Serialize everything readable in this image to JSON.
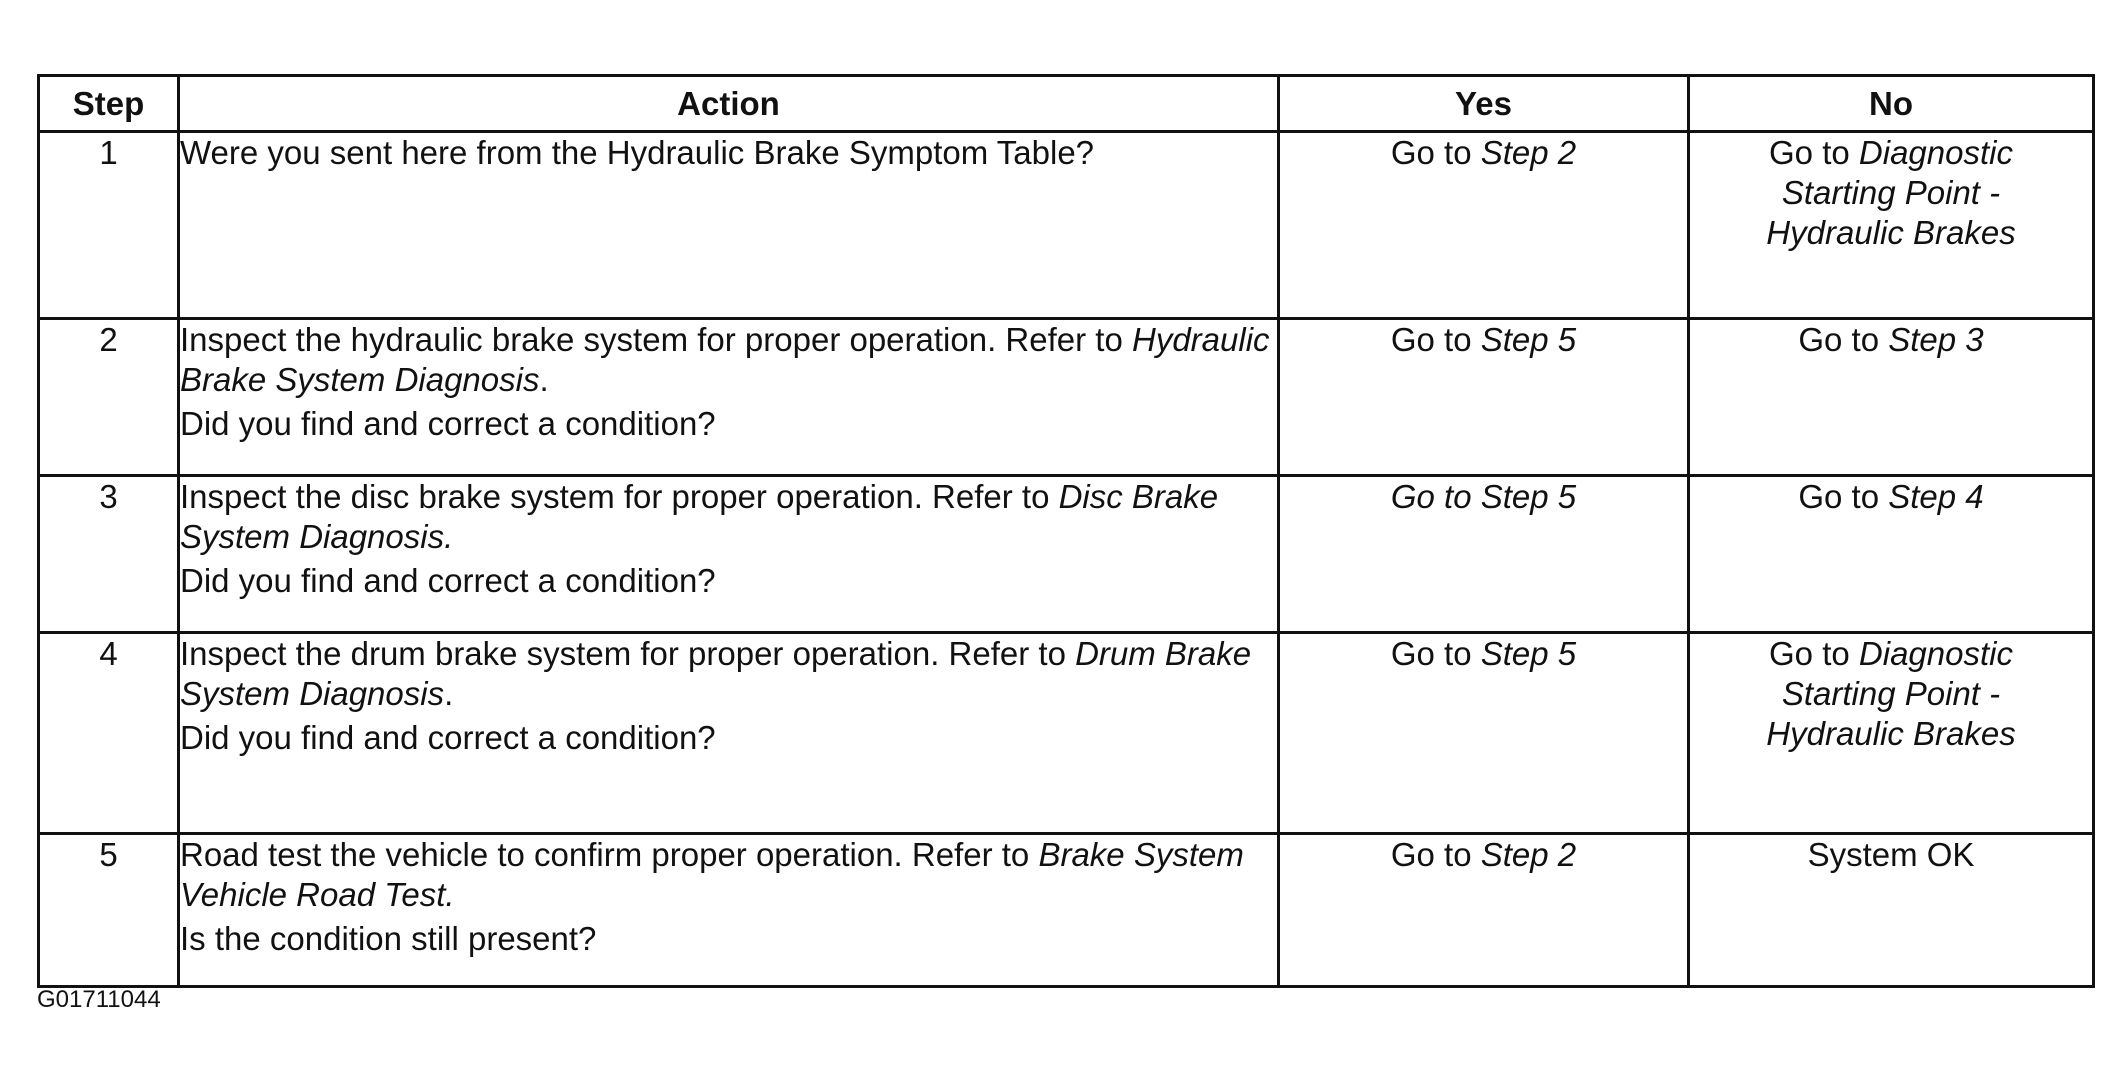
{
  "table": {
    "headers": {
      "step": "Step",
      "action": "Action",
      "yes": "Yes",
      "no": "No"
    },
    "rows": [
      {
        "step": "1",
        "action_text": "Were you sent here from the Hydraulic Brake Symptom Table?",
        "action_ref": "",
        "action_tail": "",
        "question": "",
        "yes_prefix": "Go to ",
        "yes_ref": "Step 2",
        "no_prefix": "Go to ",
        "no_ref_1": "Diagnostic",
        "no_ref_2": "Starting Point -",
        "no_ref_3": "Hydraulic Brakes"
      },
      {
        "step": "2",
        "action_text": "Inspect the hydraulic brake system for proper operation. Refer to ",
        "action_ref": "Hydraulic Brake System Diagnosis",
        "action_tail": ".",
        "question": "Did you find and correct a condition?",
        "yes_prefix": "Go to ",
        "yes_ref": "Step 5",
        "no_prefix": "Go to ",
        "no_ref": "Step 3"
      },
      {
        "step": "3",
        "action_text": "Inspect the disc brake system for proper operation. Refer to ",
        "action_ref": "Disc Brake System Diagnosis.",
        "action_tail": "",
        "question": "Did you find and correct a condition?",
        "yes_prefix": "Go to ",
        "yes_ref": "Step 5",
        "no_prefix": "Go to ",
        "no_ref": "Step 4"
      },
      {
        "step": "4",
        "action_text": "Inspect the drum brake system for proper operation. Refer to ",
        "action_ref": "Drum Brake System Diagnosis",
        "action_tail": ".",
        "question": "Did you find and correct a condition?",
        "yes_prefix": "Go to ",
        "yes_ref": "Step 5",
        "no_prefix": "Go to ",
        "no_ref_1": "Diagnostic",
        "no_ref_2": "Starting Point -",
        "no_ref_3": "Hydraulic Brakes"
      },
      {
        "step": "5",
        "action_text": "Road test the vehicle to confirm proper operation. Refer to ",
        "action_ref": "Brake System Vehicle Road Test.",
        "action_tail": "",
        "question": "Is the condition still present?",
        "yes_prefix": "Go to ",
        "yes_ref": "Step 2",
        "no_text": "System OK"
      }
    ]
  },
  "figure_id": "G01711044"
}
